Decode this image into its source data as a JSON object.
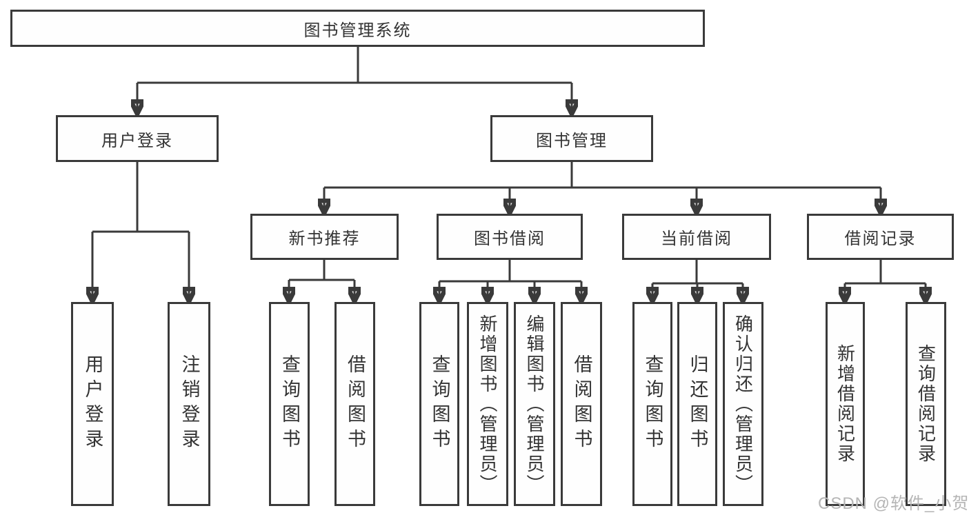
{
  "diagram": {
    "root": "图书管理系统",
    "level1": [
      {
        "label": "用户登录",
        "children": [
          "用户登录",
          "注销登录"
        ]
      },
      {
        "label": "图书管理",
        "children": [
          {
            "label": "新书推荐",
            "children": [
              "查询图书",
              "借阅图书"
            ]
          },
          {
            "label": "图书借阅",
            "children": [
              "查询图书",
              "新增图书（管理员）",
              "编辑图书（管理员）",
              "借阅图书"
            ]
          },
          {
            "label": "当前借阅",
            "children": [
              "查询图书",
              "归还图书",
              "确认归还（管理员）"
            ]
          },
          {
            "label": "借阅记录",
            "children": [
              "新增借阅记录",
              "查询借阅记录"
            ]
          }
        ]
      }
    ]
  },
  "watermark": "CSDN @软件_小贺同学",
  "colors": {
    "line": "#3a3a3a",
    "text": "#333333",
    "box_background": "#fefefe",
    "page_background": "#ffffff",
    "watermark": "#b5b5b5"
  }
}
